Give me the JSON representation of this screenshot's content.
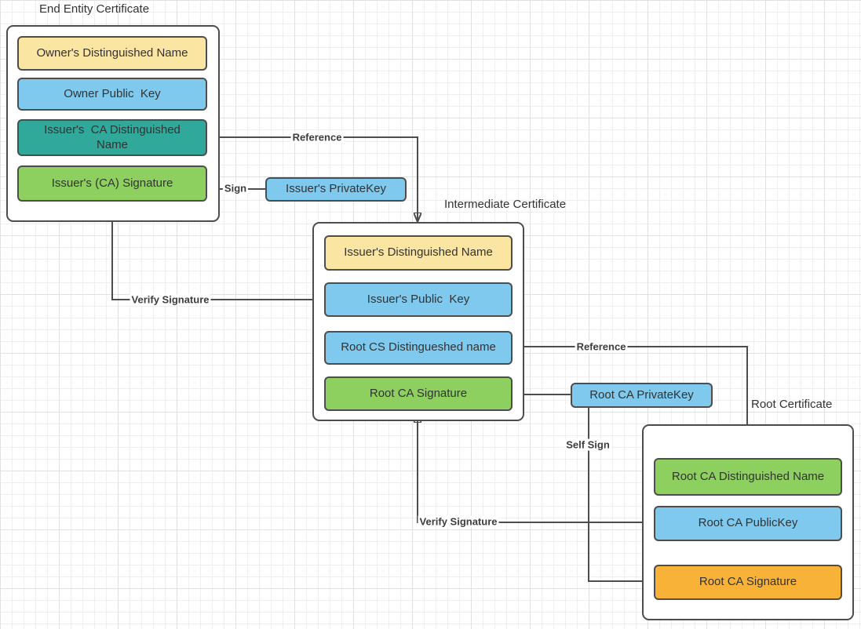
{
  "colors": {
    "connector_line": "#4d4d4d",
    "box_border": "#4d4d4d",
    "yellow_fill": "#fbe5a2",
    "blue_fill": "#7fc9ee",
    "teal_fill": "#30a89a",
    "green_fill": "#8dd05f",
    "orange_fill": "#f7b237",
    "text": "#333333",
    "grid_minor": "#efefef",
    "grid_major": "#e1e1e1"
  },
  "certificates": [
    {
      "title": "End Entity Certificate",
      "fields": [
        {
          "label": "Owner's Distinguished Name",
          "color": "yellow"
        },
        {
          "label": "Owner Public  Key",
          "color": "blue"
        },
        {
          "label": "Issuer's  CA Distinguished Name",
          "color": "teal"
        },
        {
          "label": "Issuer's (CA) Signature",
          "color": "green"
        }
      ]
    },
    {
      "title": "Intermediate Certificate",
      "fields": [
        {
          "label": "Issuer's Distinguished Name",
          "color": "yellow"
        },
        {
          "label": "Issuer's Public  Key",
          "color": "blue"
        },
        {
          "label": "Root CS Distingueshed name",
          "color": "blue"
        },
        {
          "label": "Root CA Signature",
          "color": "green"
        }
      ]
    },
    {
      "title": "Root Certificate",
      "fields": [
        {
          "label": "Root CA Distinguished Name",
          "color": "green"
        },
        {
          "label": "Root CA PublicKey",
          "color": "blue"
        },
        {
          "label": "Root CA Signature",
          "color": "orange"
        }
      ]
    }
  ],
  "keys": [
    {
      "label": "Issuer's PrivateKey"
    },
    {
      "label": "Root CA PrivateKey"
    }
  ],
  "edge_labels": {
    "reference_1": "Reference",
    "sign": "Sign",
    "verify_signature_1": "Verify Signature",
    "reference_2": "Reference",
    "self_sign": "Self Sign",
    "verify_signature_2": "Verify Signature"
  }
}
